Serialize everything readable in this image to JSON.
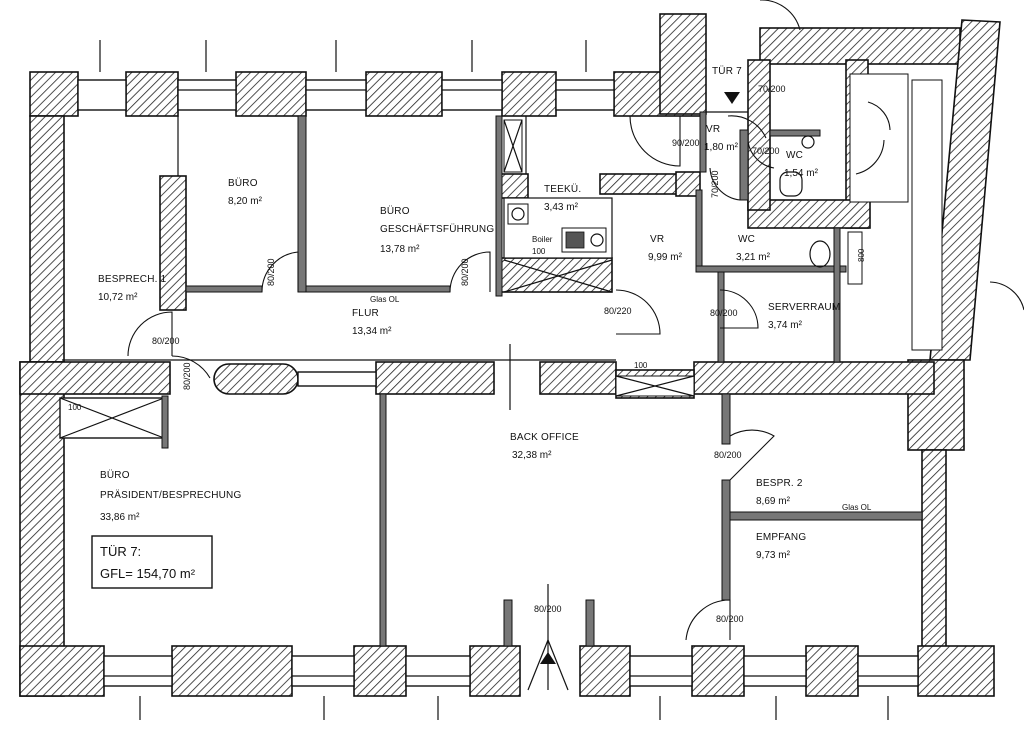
{
  "rooms": [
    {
      "id": "besprech1",
      "name": "BESPRECH. 1",
      "area": "10,72 m²"
    },
    {
      "id": "buero1",
      "name": "BÜRO",
      "area": "8,20 m²"
    },
    {
      "id": "gf",
      "name": "BÜRO",
      "name2": "GESCHÄFTSFÜHRUNG",
      "area": "13,78 m²"
    },
    {
      "id": "teekue",
      "name": "TEEKÜ.",
      "area": "3,43 m²"
    },
    {
      "id": "vr1",
      "name": "VR",
      "area": "1,80 m²"
    },
    {
      "id": "wc1",
      "name": "WC",
      "area": "1,54 m²"
    },
    {
      "id": "vr2",
      "name": "VR",
      "area": "9,99 m²"
    },
    {
      "id": "wc2",
      "name": "WC",
      "area": "3,21 m²"
    },
    {
      "id": "serverraum",
      "name": "SERVERRAUM",
      "area": "3,74 m²"
    },
    {
      "id": "flur",
      "name": "FLUR",
      "area": "13,34 m²"
    },
    {
      "id": "backoffice",
      "name": "BACK OFFICE",
      "area": "32,38 m²"
    },
    {
      "id": "besprech2",
      "name": "BESPR. 2",
      "area": "8,69 m²"
    },
    {
      "id": "empfang",
      "name": "EMPFANG",
      "area": "9,73 m²"
    },
    {
      "id": "praesident",
      "name": "BÜRO",
      "name2": "PRÄSIDENT/BESPRECHUNG",
      "area": "33,86 m²"
    }
  ],
  "doors": {
    "d1": "80/200",
    "d2": "80/200",
    "d3": "80/200",
    "d4": "80/220",
    "d5": "80/200",
    "d6": "90/200",
    "d7": "70/200",
    "d8": "70/200",
    "d9": "70/200",
    "d10": "80/200",
    "d11": "80/200",
    "d12": "80/200",
    "d13": "80/200"
  },
  "labels": {
    "tuer7_top": "TÜR 7",
    "glass1": "Glas OL",
    "glass2": "Glas OL",
    "kitchen1": "Boiler",
    "kitchen2": "100",
    "note_small": "100",
    "note_flur": "100",
    "note_800": "800"
  },
  "info_box": {
    "line1": "TÜR 7:",
    "line2": "GFL= 154,70 m²"
  }
}
